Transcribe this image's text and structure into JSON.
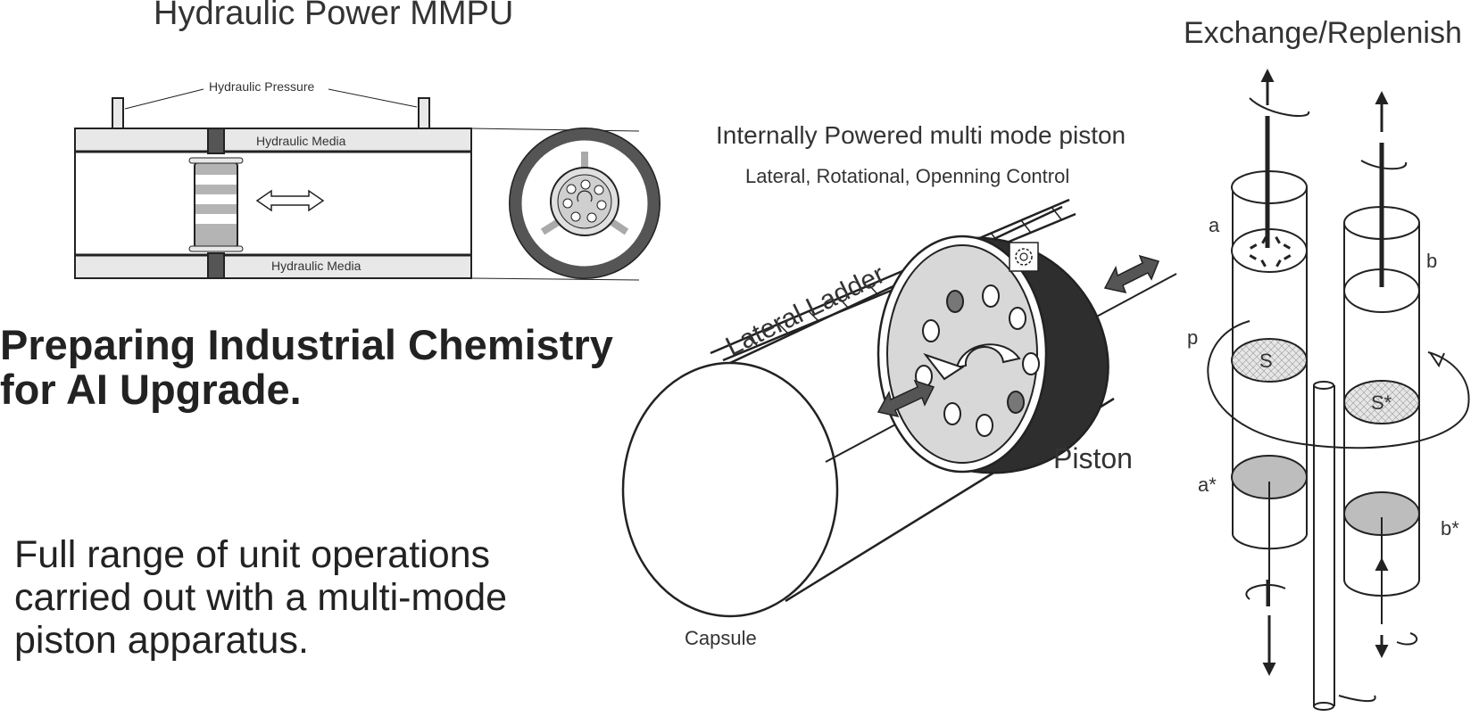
{
  "title": "Hydraulic Power MMPU",
  "hydraulic": {
    "pressure_label": "Hydraulic Pressure",
    "media_top": "Hydraulic Media",
    "media_bottom": "Hydraulic Media"
  },
  "headline": [
    "Preparing Industrial Chemistry",
    "for AI Upgrade."
  ],
  "body": [
    "Full range of unit operations",
    "carried out with a multi-mode",
    "piston apparatus."
  ],
  "piston": {
    "title": "Internally Powered multi mode piston",
    "subtitle": "Lateral, Rotational, Openning Control",
    "lateral_ladder": "Lateral Ladder",
    "piston_label": "Piston",
    "capsule_label": "Capsule"
  },
  "exchange": {
    "title": "Exchange/Replenish",
    "labels": {
      "a": "a",
      "b": "b",
      "p": "p",
      "s": "S",
      "s_star": "S*",
      "a_star": "a*",
      "b_star": "b*"
    }
  },
  "colors": {
    "line": "#222222",
    "light_fill": "#e8e8e8",
    "mid_fill": "#b4b4b4",
    "dark_fill": "#555555"
  }
}
